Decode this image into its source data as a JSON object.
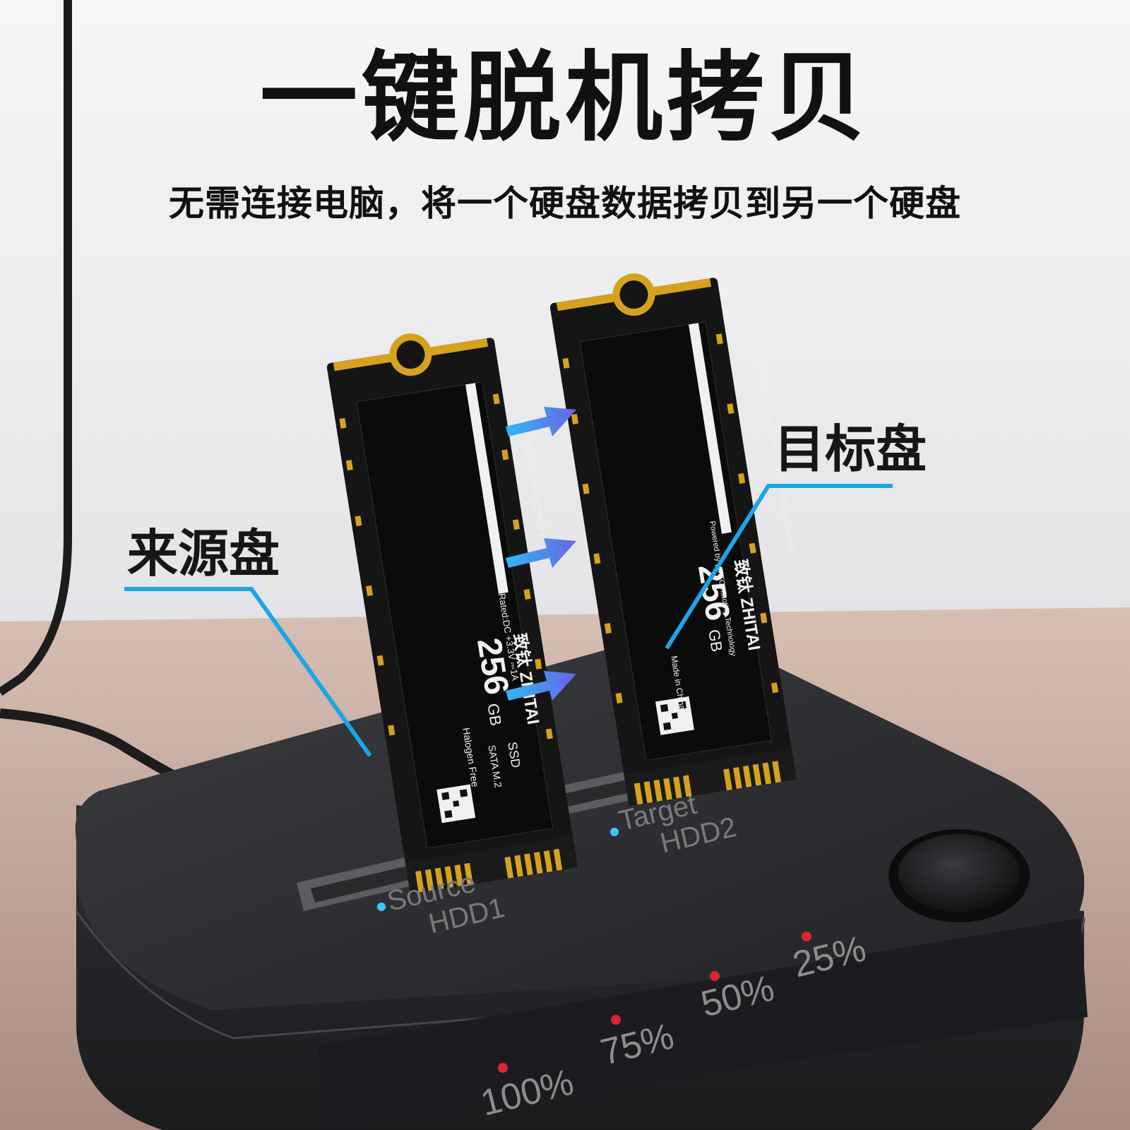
{
  "headline": "一键脱机拷贝",
  "subheadline": "无需连接电脑，将一个硬盘数据拷贝到另一个硬盘",
  "callouts": {
    "source": "来源盘",
    "target": "目标盘"
  },
  "slots": {
    "source": {
      "line1": "Source",
      "line2": "HDD1"
    },
    "target": {
      "line1": "Target",
      "line2": "HDD2"
    }
  },
  "progress_leds": [
    "100%",
    "75%",
    "50%",
    "25%"
  ],
  "ssd": {
    "capacity": "256",
    "unit": "GB",
    "brand": "致钛 ZHITAI",
    "model": "Model:SC001 Active-256GB-B",
    "series": "SC001 Active",
    "warranty": "WARRANTY VOID IF LABEL REMOVED",
    "rating": "Rated:DC +3.3V ⎓1A",
    "powered_by": "Powered by YMTC Xiaoting Technology",
    "halogen": "Halogen Free",
    "made_in": "Made in China",
    "interface_type": "SSD",
    "interface": "SATA M.2"
  },
  "colors": {
    "accent": "#1aa6e8",
    "led": "#e0232f",
    "led_blue": "#3cc6ff",
    "dock": "#2a2b2e",
    "pcb": "#141414",
    "gold": "#d6a21e"
  }
}
